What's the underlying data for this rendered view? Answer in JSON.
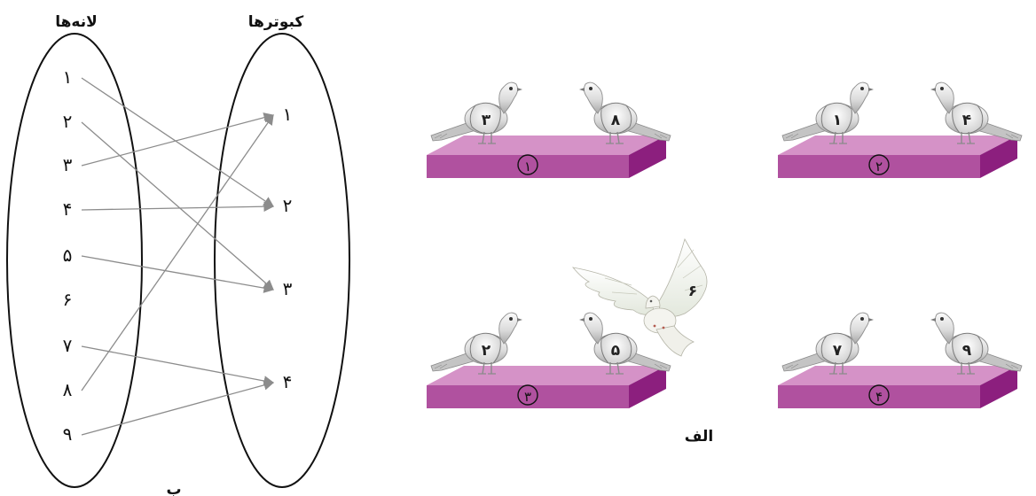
{
  "mapping_diagram": {
    "left_title": "لانه‌ها",
    "right_title": "کبوترها",
    "left_items": [
      "۱",
      "۲",
      "۳",
      "۴",
      "۵",
      "۶",
      "۷",
      "۸",
      "۹"
    ],
    "right_items": [
      "۱",
      "۲",
      "۳",
      "۴"
    ],
    "caption": "ب",
    "arrows": [
      {
        "from": "۱",
        "to": "۲"
      },
      {
        "from": "۲",
        "to": "۳"
      },
      {
        "from": "۳",
        "to": "۱"
      },
      {
        "from": "۴",
        "to": "۲"
      },
      {
        "from": "۵",
        "to": "۳"
      },
      {
        "from": "۷",
        "to": "۴"
      },
      {
        "from": "۸",
        "to": "۱"
      },
      {
        "from": "۹",
        "to": "۴"
      }
    ]
  },
  "pigeon_scene": {
    "caption": "الف",
    "nests": [
      {
        "label": "۱",
        "pigeons": [
          "۳",
          "۸"
        ]
      },
      {
        "label": "۲",
        "pigeons": [
          "۱",
          "۴"
        ]
      },
      {
        "label": "۳",
        "pigeons": [
          "۲",
          "۵"
        ]
      },
      {
        "label": "۴",
        "pigeons": [
          "۷",
          "۹"
        ]
      }
    ],
    "flying_pigeon": "۶"
  },
  "colors": {
    "outline": "#111111",
    "arrow": "#8c8c8c",
    "nest_top": "#d592c7",
    "nest_front": "#b0519f",
    "nest_side": "#8c1f7e",
    "pigeon_light": "#eeeeee",
    "pigeon_shadow": "#9a9a9a"
  }
}
